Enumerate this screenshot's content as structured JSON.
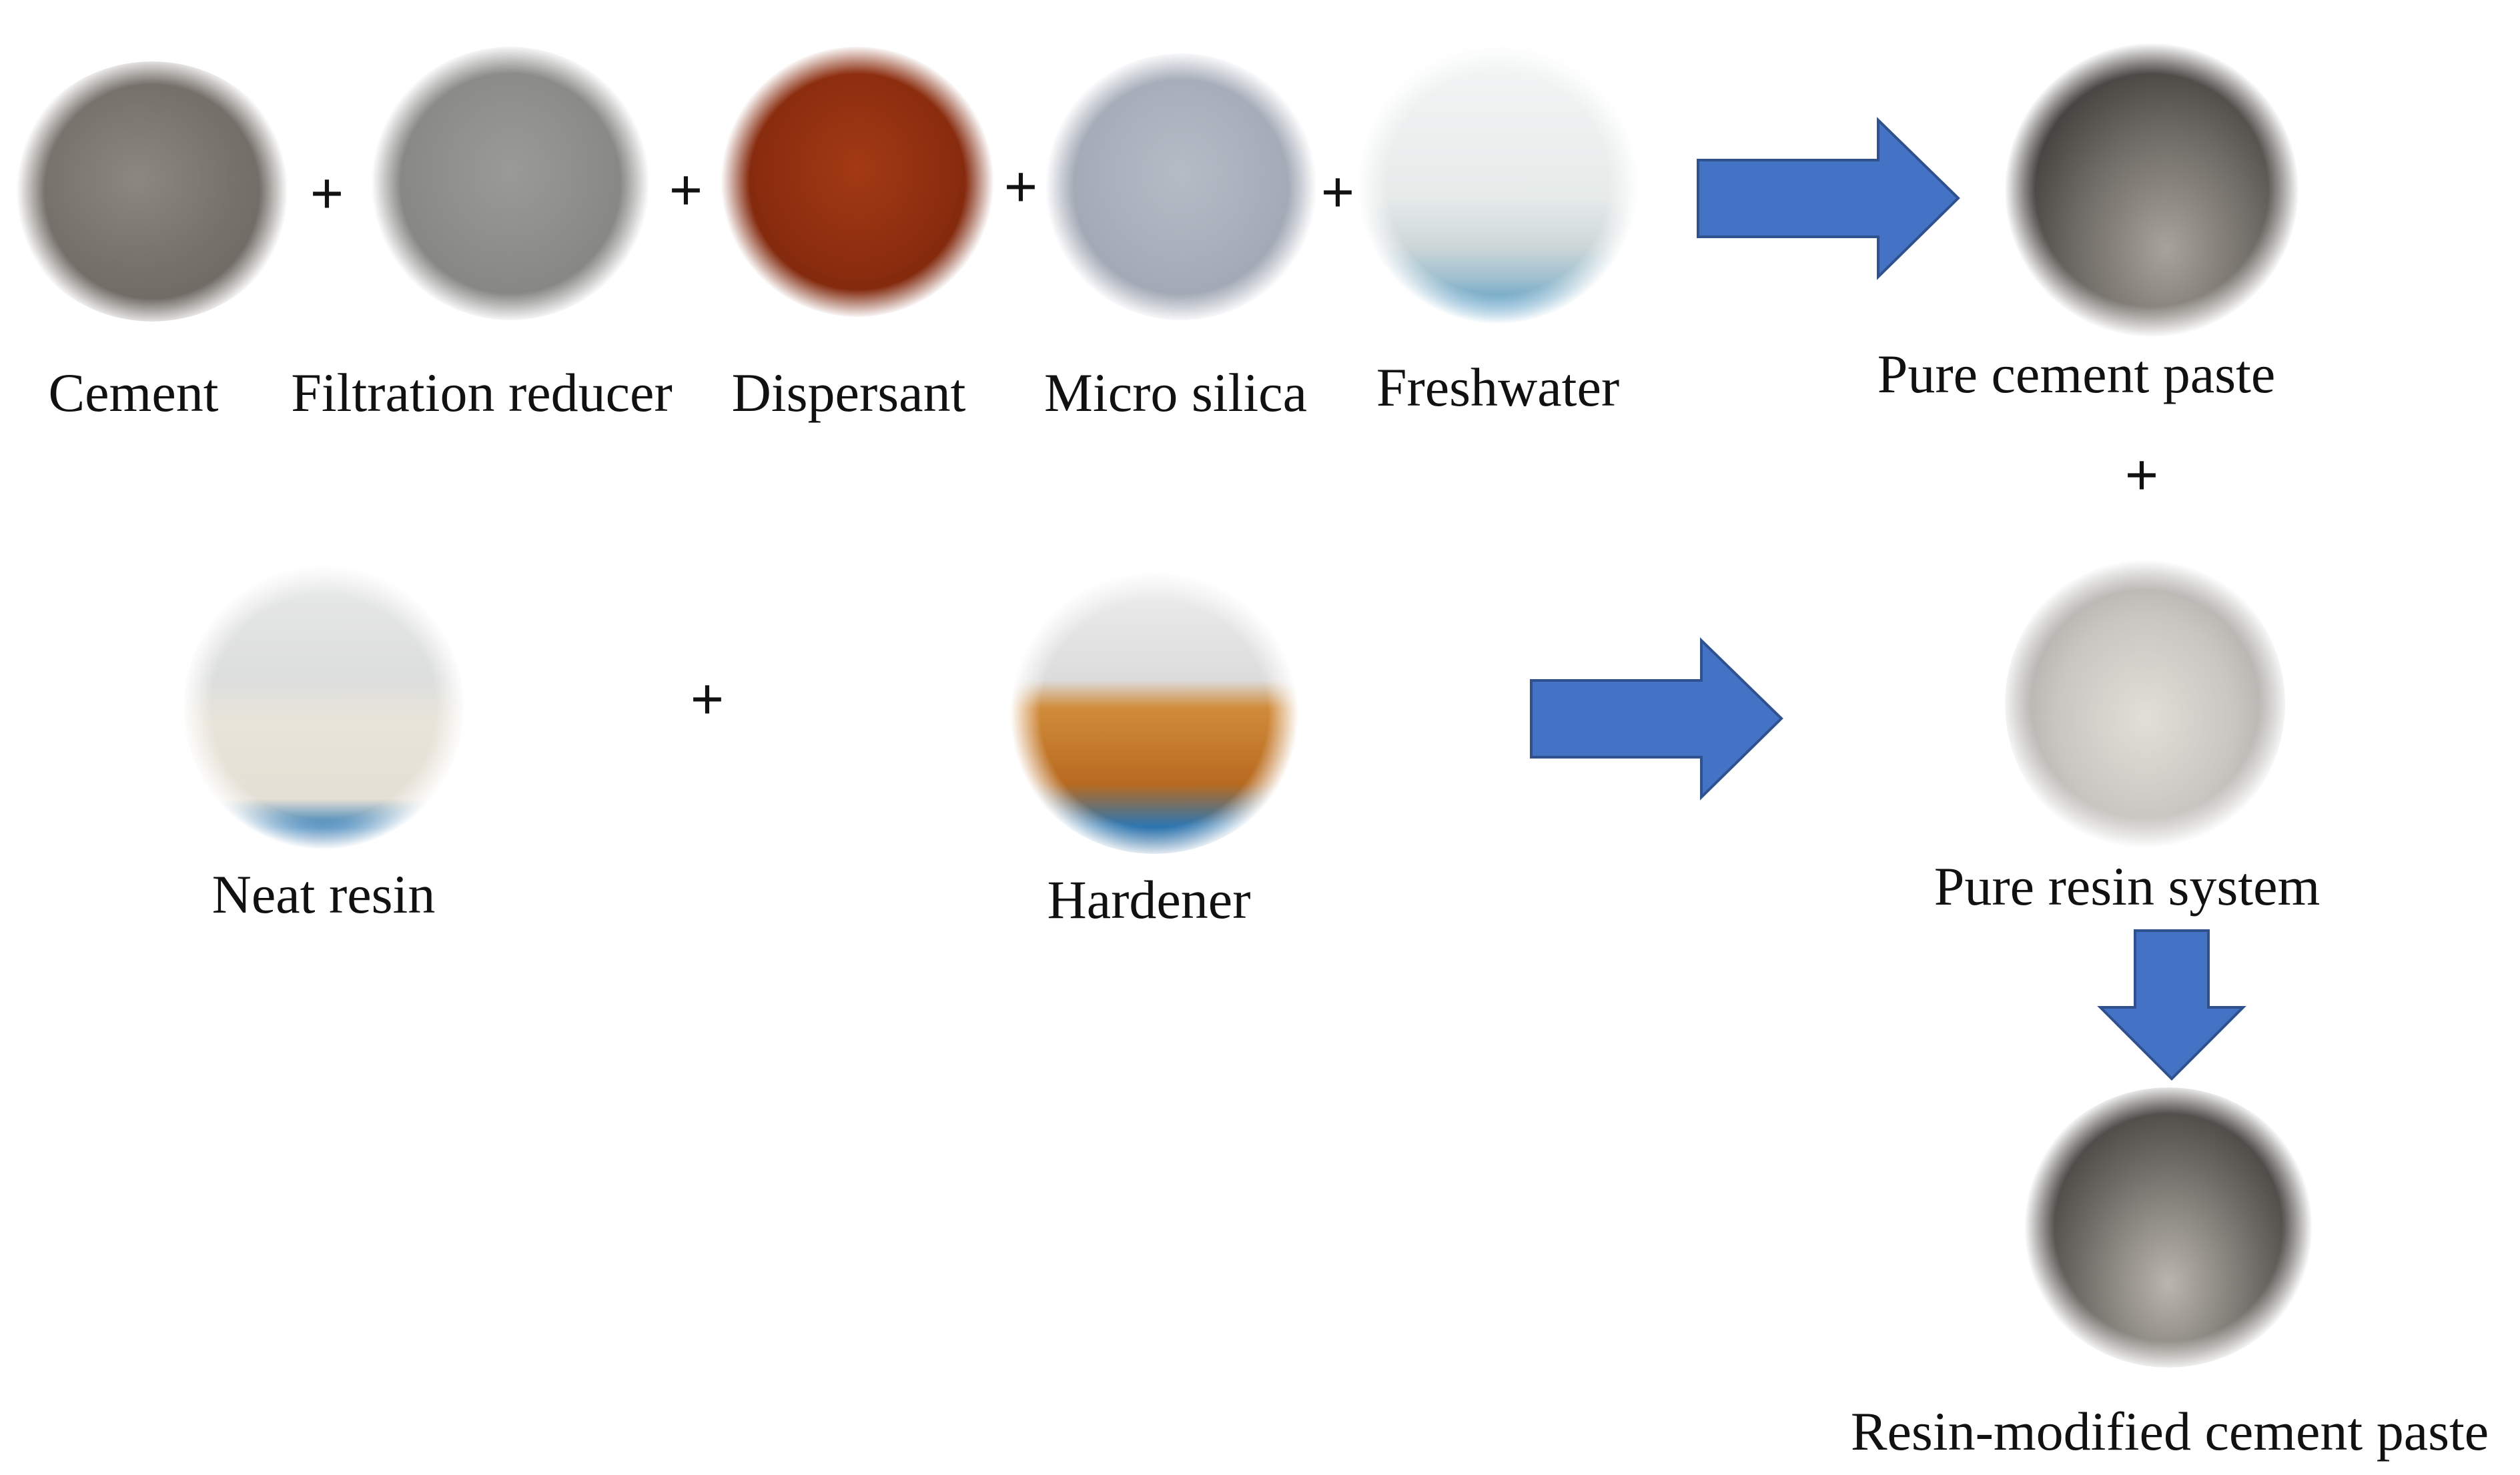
{
  "materials": {
    "cement": "Cement",
    "filtration_reducer": "Filtration reducer",
    "dispersant": "Dispersant",
    "micro_silica": "Micro silica",
    "freshwater": "Freshwater",
    "neat_resin": "Neat resin",
    "hardener": "Hardener"
  },
  "products": {
    "pure_cement_paste": "Pure cement paste",
    "pure_resin_system": "Pure resin system",
    "resin_modified_cement_paste": "Resin-modified cement paste"
  },
  "operators": {
    "plus": "+"
  },
  "colors": {
    "arrow_fill": "#4472C4",
    "arrow_stroke": "#2F528F",
    "cement": "#77716b",
    "filtration_reducer": "#888886",
    "dispersant": "#8a2c0e",
    "micro_silica": "#a4abb7",
    "water_base": "#3f8fc0",
    "neat_resin": "#e5e0d5",
    "hardener": "#b86a20",
    "paste": "#6e6a65"
  }
}
